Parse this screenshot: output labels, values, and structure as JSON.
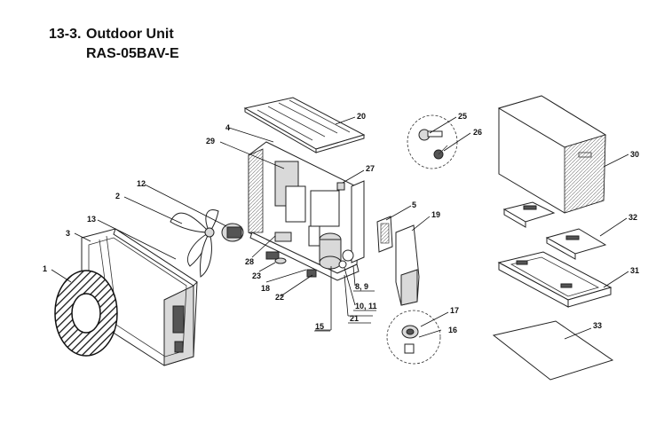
{
  "header": {
    "section_number": "13-3.",
    "section_title": "Outdoor Unit",
    "model": "RAS-05BAV-E"
  },
  "callouts": {
    "c1": "1",
    "c2": "2",
    "c3": "3",
    "c4": "4",
    "c5": "5",
    "c8_9": "8, 9",
    "c10_11": "10, 11",
    "c12": "12",
    "c13": "13",
    "c15": "15",
    "c16": "16",
    "c17": "17",
    "c18": "18",
    "c19": "19",
    "c20": "20",
    "c21": "21",
    "c22": "22",
    "c23": "23",
    "c25": "25",
    "c26": "26",
    "c27": "27",
    "c28": "28",
    "c29": "29",
    "c30": "30",
    "c31": "31",
    "c32": "32",
    "c33": "33"
  }
}
